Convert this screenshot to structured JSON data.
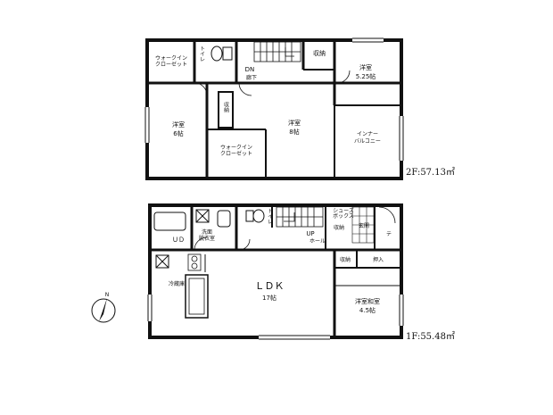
{
  "floor2": {
    "area_label": "2F:57.13㎡",
    "rooms": {
      "walkin_closet_top": "ウォークイン\nクローゼット",
      "toilet": "トイレ",
      "storage_top": "収納",
      "down_label": "DN",
      "hallway": "廊下",
      "bedroom_525_name": "洋室",
      "bedroom_525_size": "5.25帖",
      "bedroom_6_name": "洋室",
      "bedroom_6_size": "6帖",
      "storage_mid": "収納",
      "bedroom_8_name": "洋室",
      "bedroom_8_size": "8帖",
      "walkin_closet_mid": "ウォークイン\nクローゼット",
      "inner_balcony": "インナー\nバルコニー"
    }
  },
  "floor1": {
    "area_label": "1F:55.48㎡",
    "rooms": {
      "ub": "ＵＤ",
      "washroom": "洗面\n脱衣室",
      "toilet": "トイレ",
      "up_label": "UP",
      "hall": "ホール",
      "storage_hall": "収納",
      "shoe_box": "シューズ\nボックス",
      "entrance": "玄関",
      "tea": "テ",
      "storage_lower": "収納",
      "oshiire": "押入",
      "ldk_name": "ＬＤＫ",
      "ldk_size": "17帖",
      "washitsu_name": "洋室和室",
      "washitsu_size": "4.5帖",
      "fridge": "冷蔵庫"
    }
  },
  "compass": {
    "north": "N"
  }
}
